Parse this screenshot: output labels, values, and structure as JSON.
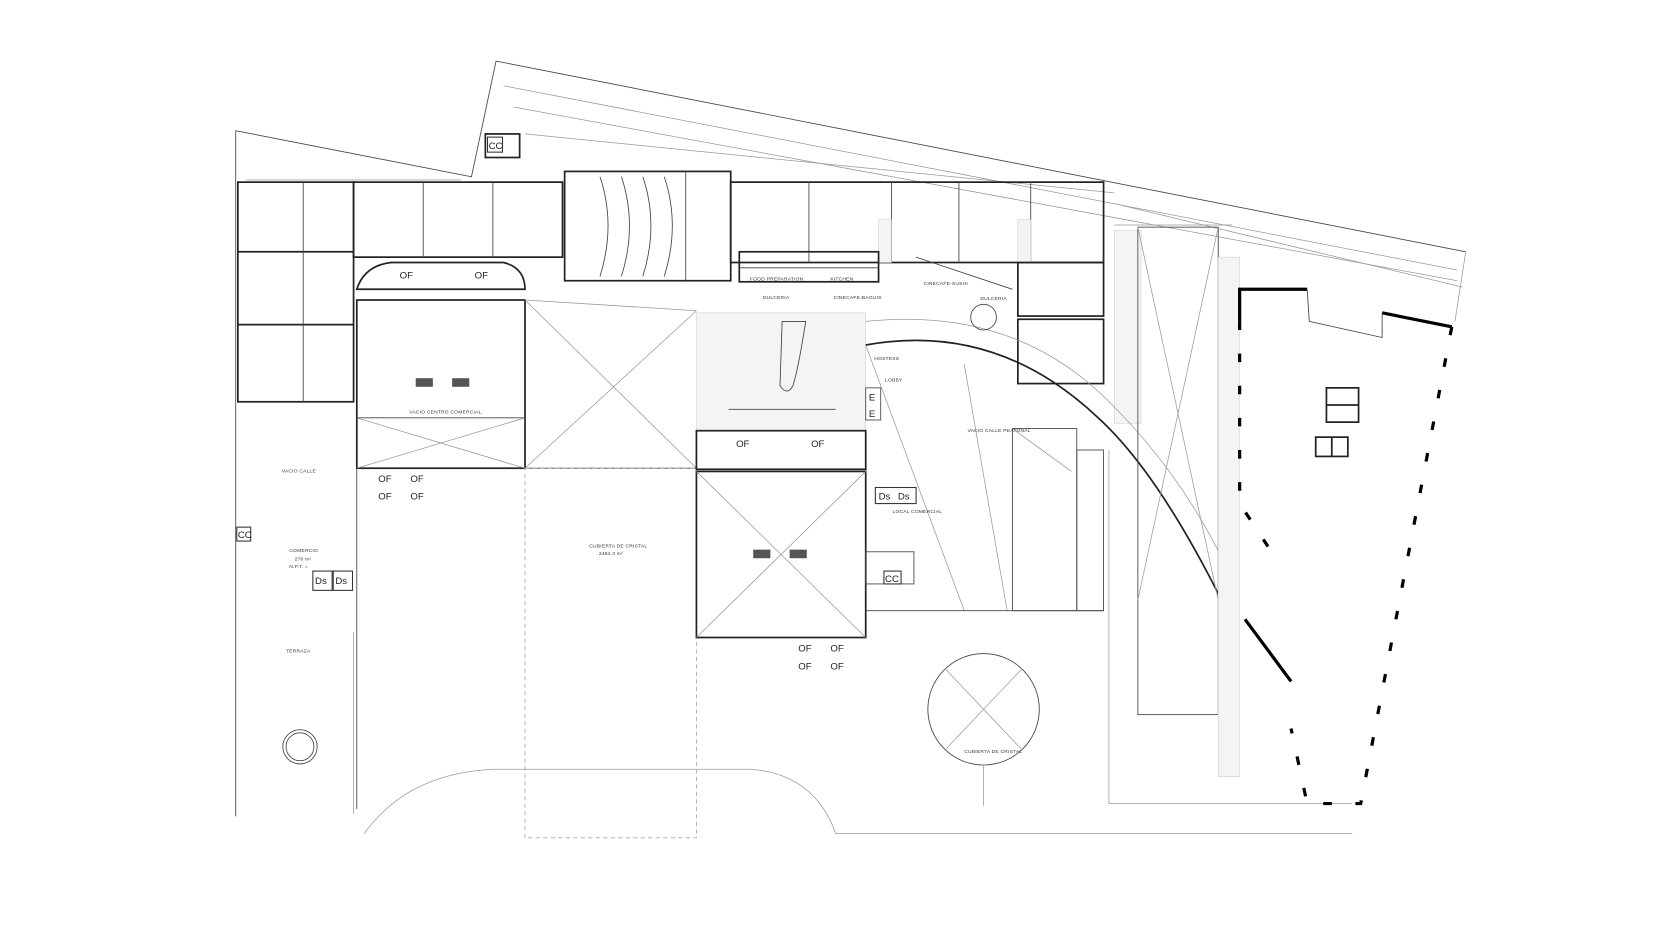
{
  "plan": {
    "labels": {
      "vacio_calle": "VACIO CALLE",
      "comercio": "COMERCIO",
      "comercio_area": "276 m²",
      "npt": "N.P.T. =",
      "terraza": "TERRAZA",
      "vacio_centro": "VACIO CENTRO COMERCIAL",
      "cubierta_main": "CUBIERTA DE CRISTAL",
      "cubierta_main_area": "2484.3 m²",
      "local_comercial": "LOCAL COMERCIAL",
      "vacio_peatonal": "VACIO CALLE PEATONAL",
      "lobby": "LOBBY",
      "hostess": "HOSTESS",
      "food_prep": "FOOD PREPARATION",
      "kitchen": "KITCHEN",
      "dulceria_1": "DULCERIA",
      "cinecafe_baguis": "CINECAFE-BAGUIS",
      "cinecafe_sushi": "CINECAFE-SUSHI",
      "dulceria_2": "DULCERIA",
      "cubierta_round": "CUBIERTA DE CRISTAL"
    },
    "symbols": {
      "of": "OF",
      "ds": "Ds",
      "cc": "CC",
      "e": "E"
    },
    "colors": {
      "wall": "#222222",
      "line": "#999999",
      "structure": "#000000"
    }
  }
}
